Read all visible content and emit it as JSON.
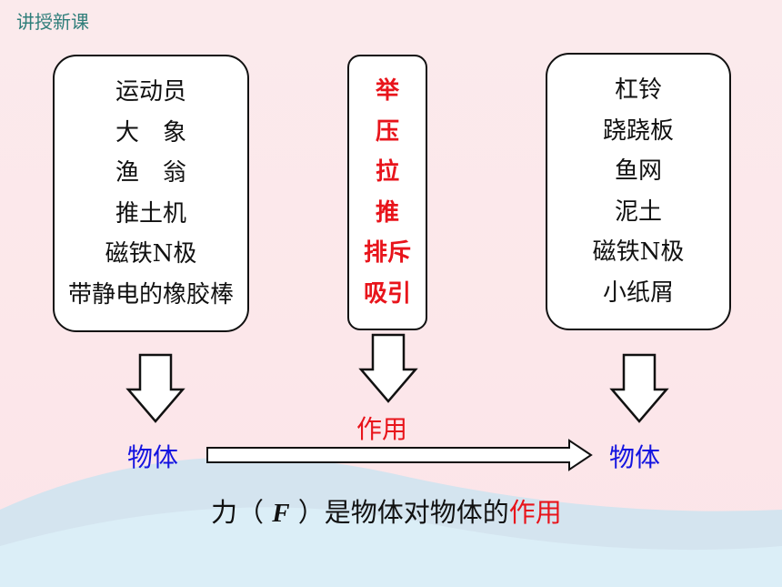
{
  "header": {
    "section_tag": "讲授新课"
  },
  "left_box": {
    "lines": [
      "运动员",
      "大　象",
      "渔　翁",
      "推土机",
      "磁铁N极",
      "带静电的橡胶棒"
    ]
  },
  "middle_box": {
    "lines": [
      "举",
      "压",
      "拉",
      "推",
      "排斥",
      "吸引"
    ]
  },
  "right_box": {
    "lines": [
      "杠铃",
      "跷跷板",
      "鱼网",
      "泥土",
      "磁铁N极",
      "小纸屑"
    ]
  },
  "flow": {
    "left_object": "物体",
    "action": "作用",
    "right_object": "物体"
  },
  "conclusion": {
    "prefix": "力（ ",
    "symbol": "F",
    "middle": " ）是物体对物体的",
    "highlight": "作用"
  },
  "colors": {
    "accent_red": "#e8141b",
    "accent_blue": "#1414e0",
    "tag_teal": "#2f7e7a"
  }
}
